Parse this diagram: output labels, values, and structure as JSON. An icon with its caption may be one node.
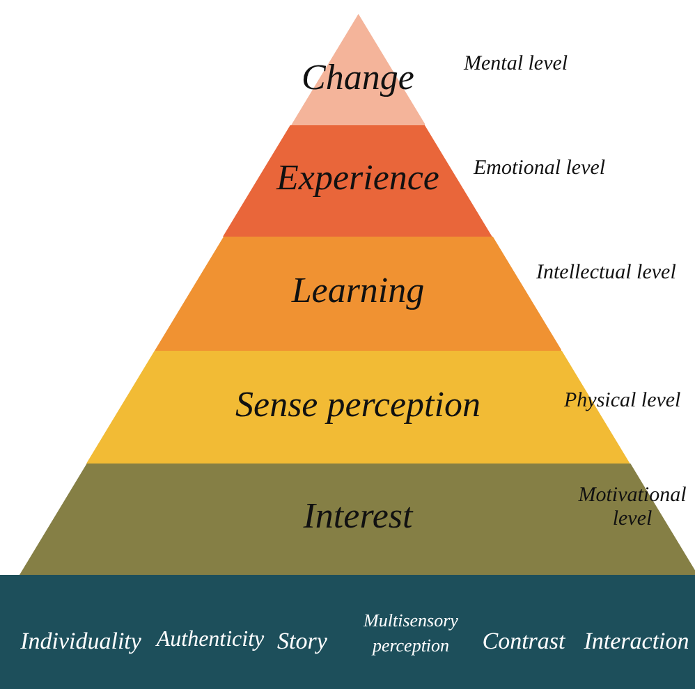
{
  "diagram": {
    "nodes": [
      {
        "text": [
          "Change"
        ]
      },
      {
        "text": [
          "Experience"
        ]
      },
      {
        "text": [
          "Learning"
        ]
      },
      {
        "text": [
          "Sense perception"
        ]
      },
      {
        "text": [
          "Interest"
        ]
      },
      {
        "text": [
          "Individuality",
          "Authenticity",
          "Story",
          "Multisensory perception",
          "Contrast",
          "Interaction"
        ]
      }
    ],
    "labels": [
      "Mental level",
      "Emotional level",
      "Intellectual level",
      "Physical level",
      "Motivational level"
    ]
  }
}
